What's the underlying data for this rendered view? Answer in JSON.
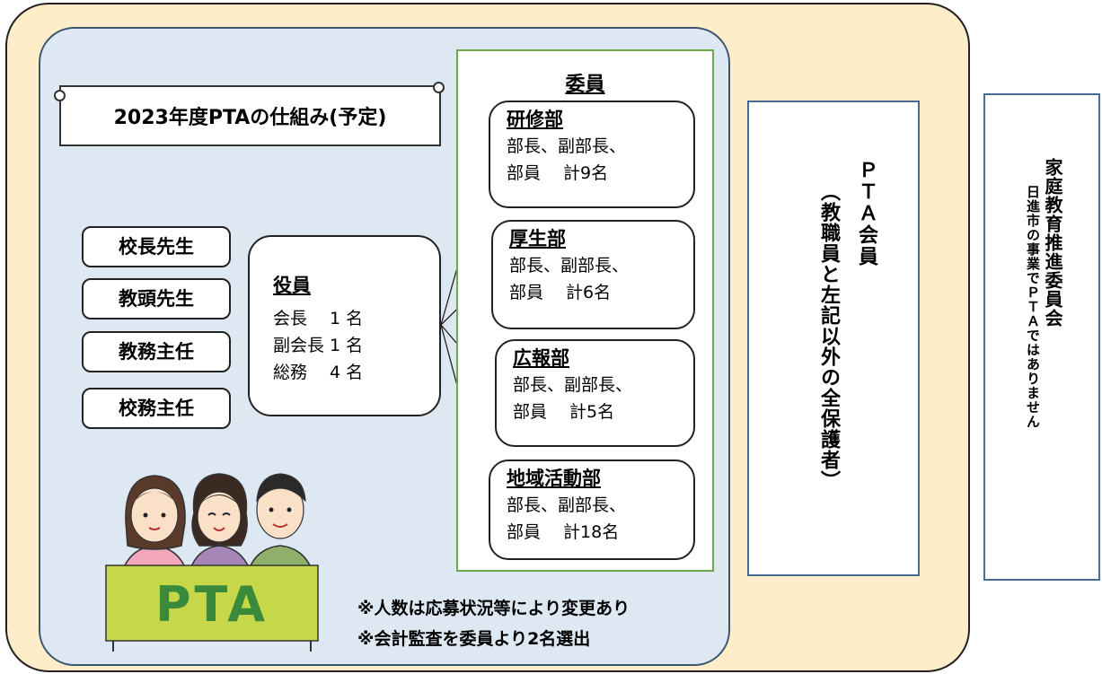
{
  "title": "2023年度PTAの仕組み(予定)",
  "staff": [
    "校長先生",
    "教頭先生",
    "教務主任",
    "校務主任"
  ],
  "officers": {
    "heading": "役員",
    "lines": [
      "会長　 1 名",
      "副会長 1 名",
      "総務　 4 名"
    ]
  },
  "committee": {
    "heading": "委員",
    "departments": [
      {
        "name": "研修部",
        "line1": "部長、副部長、",
        "line2": "部員　 計9名"
      },
      {
        "name": "厚生部",
        "line1": "部長、副部長、",
        "line2": "部員　 計6名"
      },
      {
        "name": "広報部",
        "line1": "部長、副部長、",
        "line2": "部員　 計5名"
      },
      {
        "name": "地域活動部",
        "line1": "部長、副部長、",
        "line2": "部員　 計18名"
      }
    ]
  },
  "notes": [
    "※人数は応募状況等により変更あり",
    "※会計監査を委員より2名選出"
  ],
  "banner": "PTA",
  "pta_members": {
    "title": "ＰＴＡ会員",
    "subtitle": "（教職員と左記以外の全保護者）"
  },
  "family_committee": {
    "title": "家庭教育推進委員会",
    "subtitle": "日進市の事業でＰＴＡではありません"
  },
  "colors": {
    "outer_bg": "#fdeec9",
    "inner_bg": "#dde8f3",
    "committee_border": "#6aaa4c",
    "banner_bg": "#c6d84a",
    "banner_text": "#3a8a3c"
  }
}
